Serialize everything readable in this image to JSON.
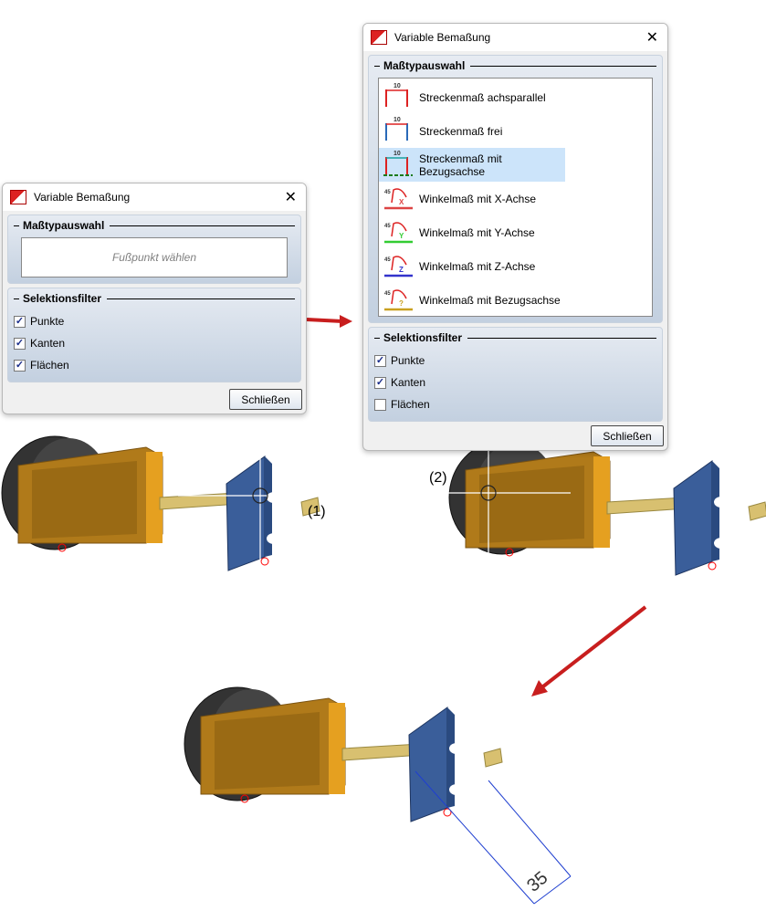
{
  "dialog1": {
    "title": "Variable Bemaßung",
    "group1": "Maßtypauswahl",
    "hint": "Fußpunkt wählen",
    "group2": "Selektionsfilter",
    "filters": [
      {
        "label": "Punkte",
        "checked": true
      },
      {
        "label": "Kanten",
        "checked": true
      },
      {
        "label": "Flächen",
        "checked": true
      }
    ],
    "close": "Schließen"
  },
  "dialog2": {
    "title": "Variable Bemaßung",
    "group1": "Maßtypauswahl",
    "items": [
      {
        "label": "Streckenmaß achsparallel",
        "icon": "linear-parallel-icon"
      },
      {
        "label": "Streckenmaß frei",
        "icon": "linear-free-icon"
      },
      {
        "label": "Streckenmaß mit Bezugsachse",
        "icon": "linear-reference-icon",
        "selected": true
      },
      {
        "label": "Winkelmaß mit X-Achse",
        "icon": "angle-x-icon"
      },
      {
        "label": "Winkelmaß mit Y-Achse",
        "icon": "angle-y-icon"
      },
      {
        "label": "Winkelmaß mit Z-Achse",
        "icon": "angle-z-icon"
      },
      {
        "label": "Winkelmaß mit Bezugsachse",
        "icon": "angle-reference-icon"
      }
    ],
    "group2": "Selektionsfilter",
    "filters": [
      {
        "label": "Punkte",
        "checked": true
      },
      {
        "label": "Kanten",
        "checked": true
      },
      {
        "label": "Flächen",
        "checked": false
      }
    ],
    "close": "Schließen"
  },
  "labels": {
    "step1": "(1)",
    "step2": "(2)",
    "dimension": "35"
  },
  "icon_text": {
    "ten": "10",
    "fortyfive": "45",
    "x": "X",
    "y": "Y",
    "z": "Z",
    "q": "?"
  }
}
